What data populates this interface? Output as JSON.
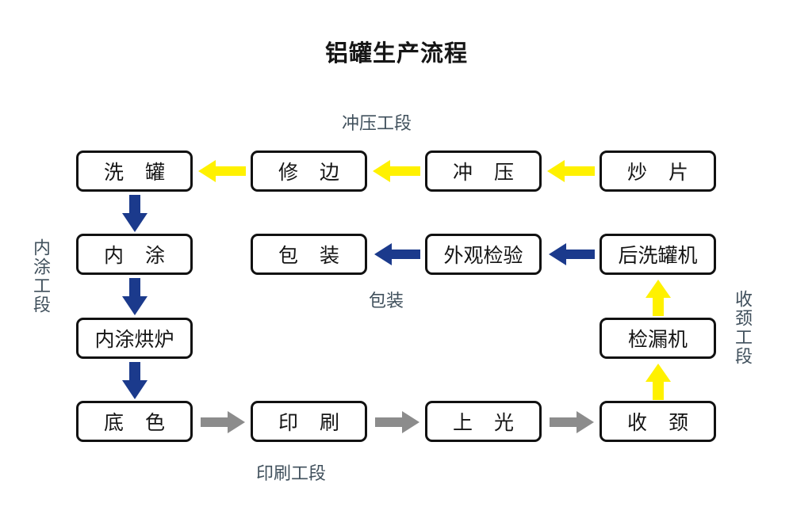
{
  "title": "铝罐生产流程",
  "colors": {
    "yellow": "#FFF100",
    "blue": "#1B3A8C",
    "gray": "#8C8C8C",
    "box_border": "#111111",
    "text": "#141414",
    "section_label": "#40505C"
  },
  "section_labels": {
    "stamping": "冲压工段",
    "inner_coating": "内涂工段",
    "printing": "印刷工段",
    "packaging": "包装",
    "necking": "收颈工段"
  },
  "nodes": {
    "row1": [
      {
        "id": "wash-can",
        "label": "洗 罐"
      },
      {
        "id": "trim",
        "label": "修 边"
      },
      {
        "id": "stamping",
        "label": "冲 压"
      },
      {
        "id": "blank",
        "label": "炒 片"
      }
    ],
    "row2": [
      {
        "id": "inner-coat",
        "label": "内 涂"
      },
      {
        "id": "packaging",
        "label": "包 装"
      },
      {
        "id": "appearance-inspection",
        "label": "外观检验"
      },
      {
        "id": "post-washer",
        "label": "后洗罐机"
      }
    ],
    "row3": [
      {
        "id": "inner-coat-oven",
        "label": "内涂烘炉"
      },
      {
        "id": "leak-tester",
        "label": "检漏机"
      }
    ],
    "row4": [
      {
        "id": "base-coat",
        "label": "底 色"
      },
      {
        "id": "printing",
        "label": "印 刷"
      },
      {
        "id": "varnish",
        "label": "上 光"
      },
      {
        "id": "necking",
        "label": "收 颈"
      }
    ]
  },
  "arrows": [
    {
      "id": "blank-to-stamping",
      "color": "yellow",
      "direction": "left"
    },
    {
      "id": "stamping-to-trim",
      "color": "yellow",
      "direction": "left"
    },
    {
      "id": "trim-to-wash",
      "color": "yellow",
      "direction": "left"
    },
    {
      "id": "wash-to-inner-coat",
      "color": "blue",
      "direction": "down"
    },
    {
      "id": "inner-coat-to-oven",
      "color": "blue",
      "direction": "down"
    },
    {
      "id": "oven-to-base-coat",
      "color": "blue",
      "direction": "down"
    },
    {
      "id": "base-coat-to-printing",
      "color": "gray",
      "direction": "right"
    },
    {
      "id": "printing-to-varnish",
      "color": "gray",
      "direction": "right"
    },
    {
      "id": "varnish-to-necking",
      "color": "gray",
      "direction": "right"
    },
    {
      "id": "necking-to-leak-tester",
      "color": "yellow",
      "direction": "up"
    },
    {
      "id": "leak-tester-to-post-washer",
      "color": "yellow",
      "direction": "up"
    },
    {
      "id": "post-washer-to-inspection",
      "color": "blue",
      "direction": "left"
    },
    {
      "id": "inspection-to-packaging",
      "color": "blue",
      "direction": "left"
    }
  ]
}
